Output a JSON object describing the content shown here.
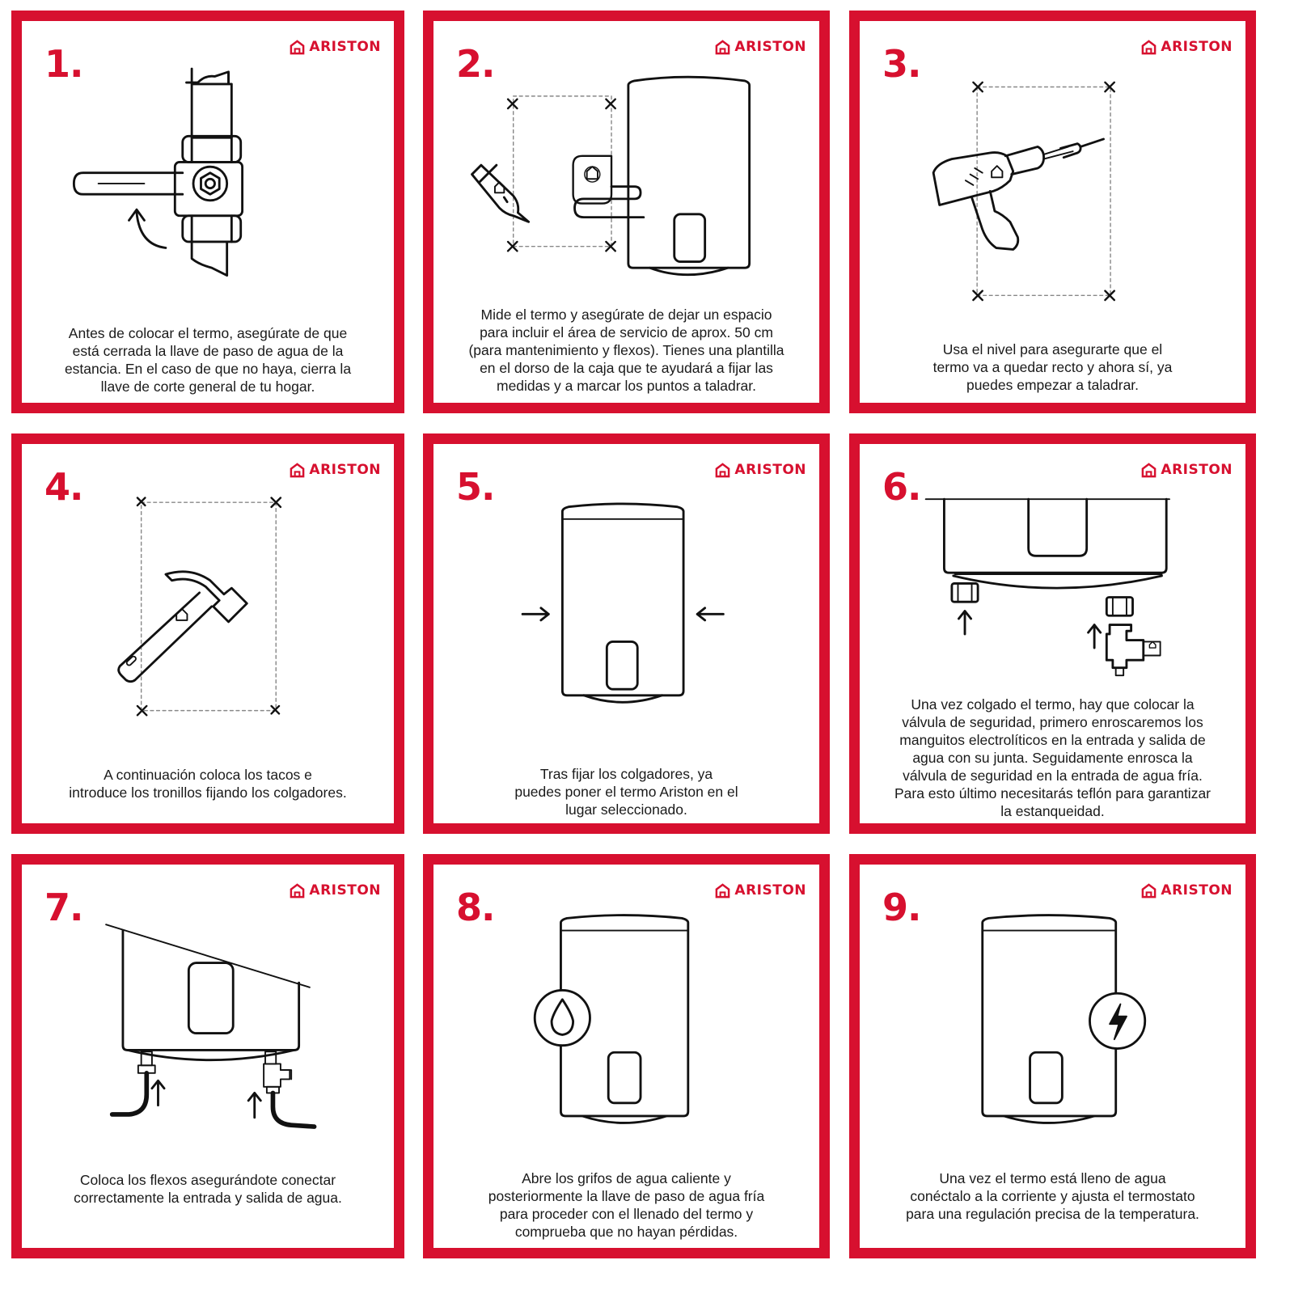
{
  "brand": {
    "name": "ARISTON",
    "color": "#d7102f",
    "logo_icon": "ariston-house-icon"
  },
  "steps": [
    {
      "number": "1.",
      "lines": [
        "Antes de colocar el termo, asegúrate de que",
        "está cerrada la llave de paso de agua de la",
        "estancia. En el caso de que no haya, cierra la",
        "llave de corte general de tu hogar."
      ]
    },
    {
      "number": "2.",
      "lines": [
        "Mide el termo y asegúrate de dejar un espacio",
        "para incluir el área de servicio de aprox. 50 cm",
        "(para mantenimiento y flexos). Tienes una plantilla",
        "en el dorso de la caja que te ayudará a fijar las",
        "medidas y a marcar los puntos a taladrar."
      ]
    },
    {
      "number": "3.",
      "lines": [
        "Usa el nivel para asegurarte que el",
        "termo va a quedar recto y ahora sí, ya",
        "puedes empezar a taladrar."
      ]
    },
    {
      "number": "4.",
      "lines": [
        "A continuación coloca los tacos e",
        "introduce los tronillos fijando los colgadores."
      ]
    },
    {
      "number": "5.",
      "lines": [
        "Tras fijar los colgadores, ya",
        "puedes poner el termo Ariston en el",
        "lugar seleccionado."
      ]
    },
    {
      "number": "6.",
      "lines": [
        "Una vez colgado el termo, hay que colocar la",
        "válvula de seguridad, primero enroscaremos los",
        "manguitos electrolíticos en la entrada y salida de",
        "agua con su junta. Seguidamente enrosca la",
        "válvula de seguridad en la entrada de agua fría.",
        "Para esto último necesitarás teflón para garantizar",
        "la estanqueidad."
      ]
    },
    {
      "number": "7.",
      "lines": [
        "Coloca los flexos asegurándote conectar",
        "correctamente la entrada y salida de agua."
      ]
    },
    {
      "number": "8.",
      "lines": [
        "Abre los grifos de agua caliente y",
        "posteriormente la llave de paso de agua fría",
        "para proceder con el llenado del termo y",
        "comprueba que no hayan pérdidas."
      ]
    },
    {
      "number": "9.",
      "lines": [
        "Una vez el termo está lleno de agua",
        "conéctalo a la corriente y ajusta el termostato",
        "para una regulación precisa de la temperatura."
      ]
    }
  ]
}
